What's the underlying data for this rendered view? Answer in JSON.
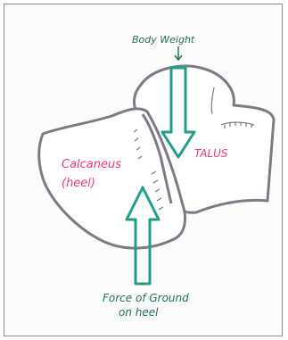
{
  "labels": {
    "top_force": "Body Weight",
    "bone_left_line1": "Calcaneus",
    "bone_left_line2": "(heel)",
    "bone_right": "TALUS",
    "bottom_force_line1": "Force of Ground",
    "bottom_force_line2": "on heel"
  },
  "colors": {
    "frame": "#8a8a8a",
    "bone_outline": "#7d7a85",
    "arrow": "#1f9e8a",
    "label_pink": "#f0357b",
    "annotation": "#1f6e63"
  }
}
